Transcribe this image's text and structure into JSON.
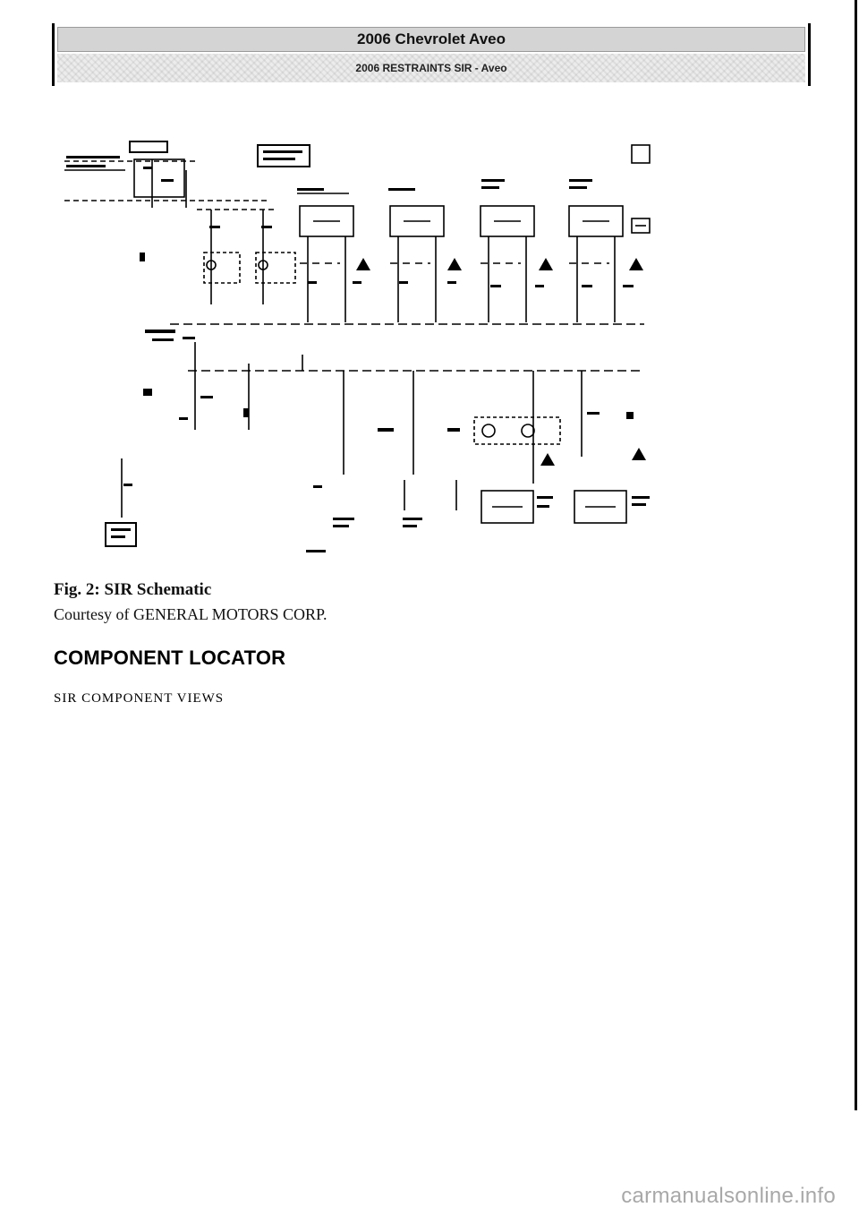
{
  "header": {
    "title": "2006 Chevrolet Aveo",
    "subtitle": "2006 RESTRAINTS SIR - Aveo"
  },
  "figure": {
    "caption": "Fig. 2: SIR Schematic",
    "courtesy": "Courtesy of GENERAL MOTORS CORP."
  },
  "section": {
    "heading": "COMPONENT LOCATOR",
    "subheading": "SIR COMPONENT VIEWS"
  },
  "watermark": "carmanualsonline.info"
}
